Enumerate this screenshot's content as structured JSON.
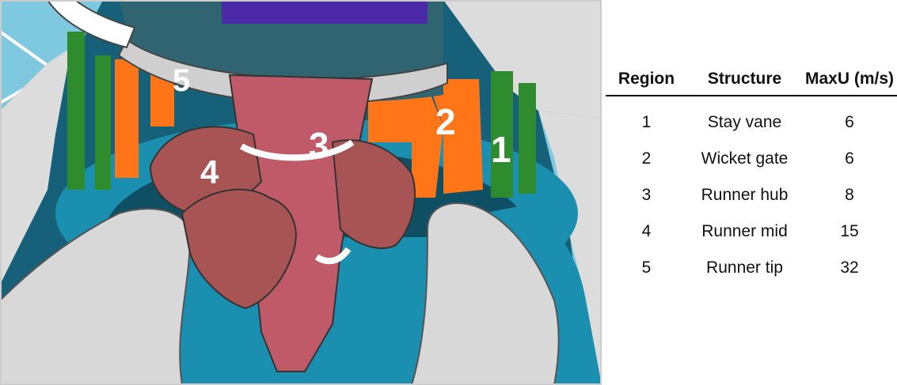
{
  "diagram": {
    "region_labels": [
      "1",
      "2",
      "3",
      "4",
      "5"
    ],
    "colors": {
      "stay_vane": "#2e8b2e",
      "wicket_gate": "#ff7518",
      "runner": "#c05a68",
      "runner_blade": "#a85454",
      "casing": "#17607a",
      "water": "#7ec8e0",
      "light_grey": "#dcdcdc"
    }
  },
  "table": {
    "headers": {
      "region": "Region",
      "structure": "Structure",
      "maxu": "MaxU (m/s)"
    },
    "rows": [
      {
        "region": "1",
        "structure": "Stay vane",
        "maxu": "6"
      },
      {
        "region": "2",
        "structure": "Wicket gate",
        "maxu": "6"
      },
      {
        "region": "3",
        "structure": "Runner hub",
        "maxu": "8"
      },
      {
        "region": "4",
        "structure": "Runner mid",
        "maxu": "15"
      },
      {
        "region": "5",
        "structure": "Runner tip",
        "maxu": "32"
      }
    ]
  }
}
